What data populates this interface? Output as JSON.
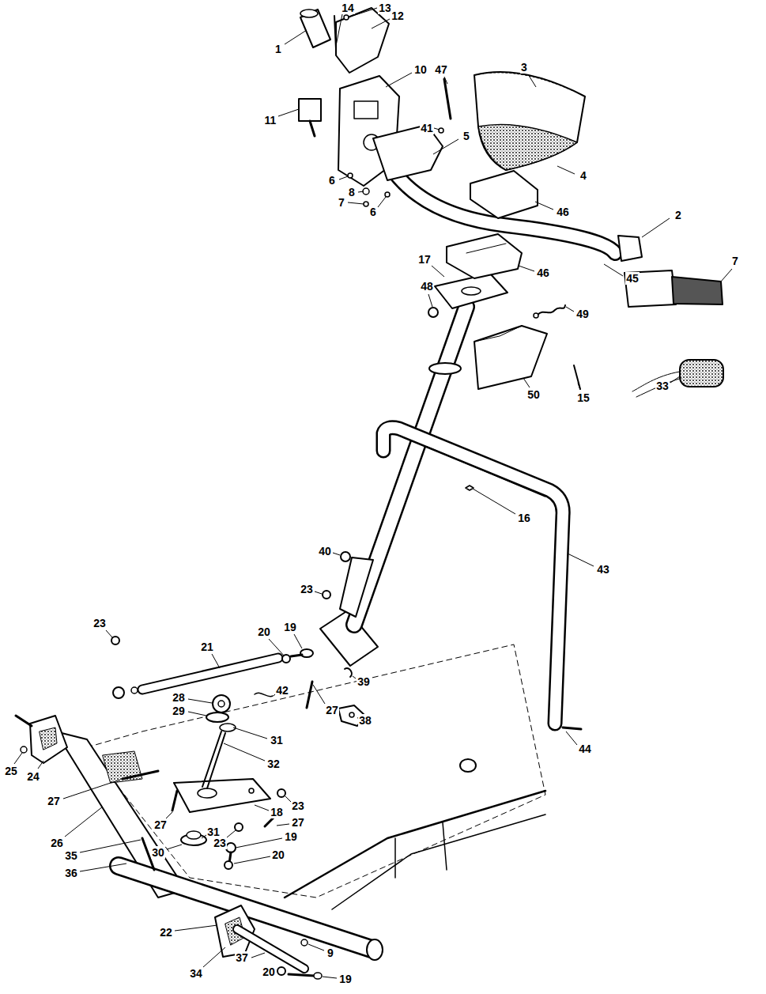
{
  "diagram": {
    "labels": [
      "1",
      "14",
      "13",
      "12",
      "10",
      "11",
      "47",
      "3",
      "41",
      "5",
      "4",
      "6",
      "8",
      "7",
      "6",
      "46",
      "2",
      "17",
      "46",
      "45",
      "48",
      "49",
      "7",
      "33",
      "50",
      "15",
      "16",
      "43",
      "40",
      "23",
      "19",
      "20",
      "21",
      "23",
      "39",
      "27",
      "28",
      "29",
      "42",
      "31",
      "38",
      "44",
      "25",
      "24",
      "27",
      "32",
      "18",
      "26",
      "27",
      "23",
      "27",
      "31",
      "23",
      "19",
      "35",
      "30",
      "20",
      "36",
      "22",
      "9",
      "34",
      "37",
      "20",
      "19"
    ]
  }
}
